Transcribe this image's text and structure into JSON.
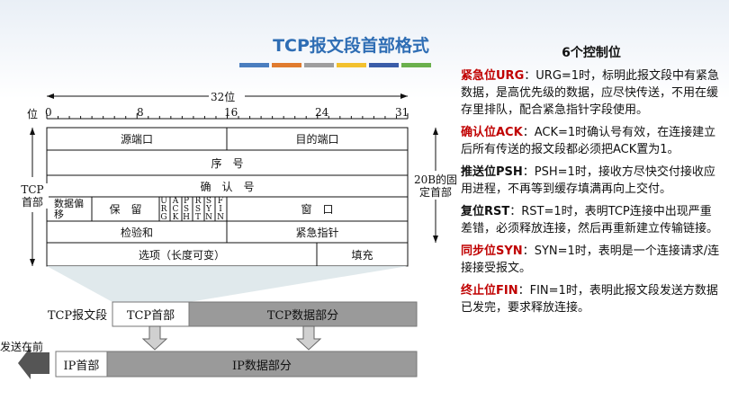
{
  "slide": {
    "title": "TCP报文段首部格式",
    "page_number": "",
    "accent_colors": [
      "#4a7ebf",
      "#e07b2e",
      "#9e9e9e",
      "#f2c12e",
      "#3a5ca8",
      "#6ab04c"
    ]
  },
  "sidebar": {
    "heading": "6个控制位",
    "items": [
      {
        "label": "紧急位URG",
        "text": "URG=1时，标明此报文段中有紧急数据，是高优先级的数据，应尽快传送，不用在缓存里排队，配合紧急指针字段使用。"
      },
      {
        "label": "确认位ACK",
        "text": "ACK=1时确认号有效，在连接建立后所有传送的报文段都必须把ACK置为1。"
      },
      {
        "label": "推送位PSH",
        "text": "PSH=1时，接收方尽快交付接收应用进程，不再等到缓存填满再向上交付。"
      },
      {
        "label": "复位RST",
        "text": "RST=1时，表明TCP连接中出现严重差错，必须释放连接，然后再重新建立传输链接。"
      },
      {
        "label": "同步位SYN",
        "text": "SYN=1时，表明是一个连接请求/连接接受报文。"
      },
      {
        "label": "终止位FIN",
        "text": "FIN=1时，表明此报文段发送方数据已发完，要求释放连接。"
      }
    ],
    "label_colors": [
      "#c00000",
      "#c00000",
      "#111111",
      "#111111",
      "#c00000",
      "#c00000"
    ]
  },
  "diagram": {
    "bits_label": "32位",
    "pos_label": "位",
    "ticks": [
      "0",
      "8",
      "16",
      "24",
      "31"
    ],
    "left_label": "TCP首部",
    "right_label": "20B的固定首部",
    "fields": {
      "src_port": "源端口",
      "dst_port": "目的端口",
      "seq": "序　号",
      "ack": "确　认　号",
      "offset": "数据偏移",
      "reserved": "保　留",
      "window": "窗　口",
      "checksum": "检验和",
      "urgent_ptr": "紧急指针",
      "options": "选项（长度可变）",
      "padding": "填充"
    },
    "flags": [
      "URG",
      "ACK",
      "PSH",
      "RST",
      "SYN",
      "FIN"
    ]
  },
  "encap": {
    "segment_label": "TCP报文段",
    "tcp_header": "TCP首部",
    "tcp_data": "TCP数据部分",
    "send_first": "发送在前",
    "ip_header": "IP首部",
    "ip_data": "IP数据部分"
  }
}
